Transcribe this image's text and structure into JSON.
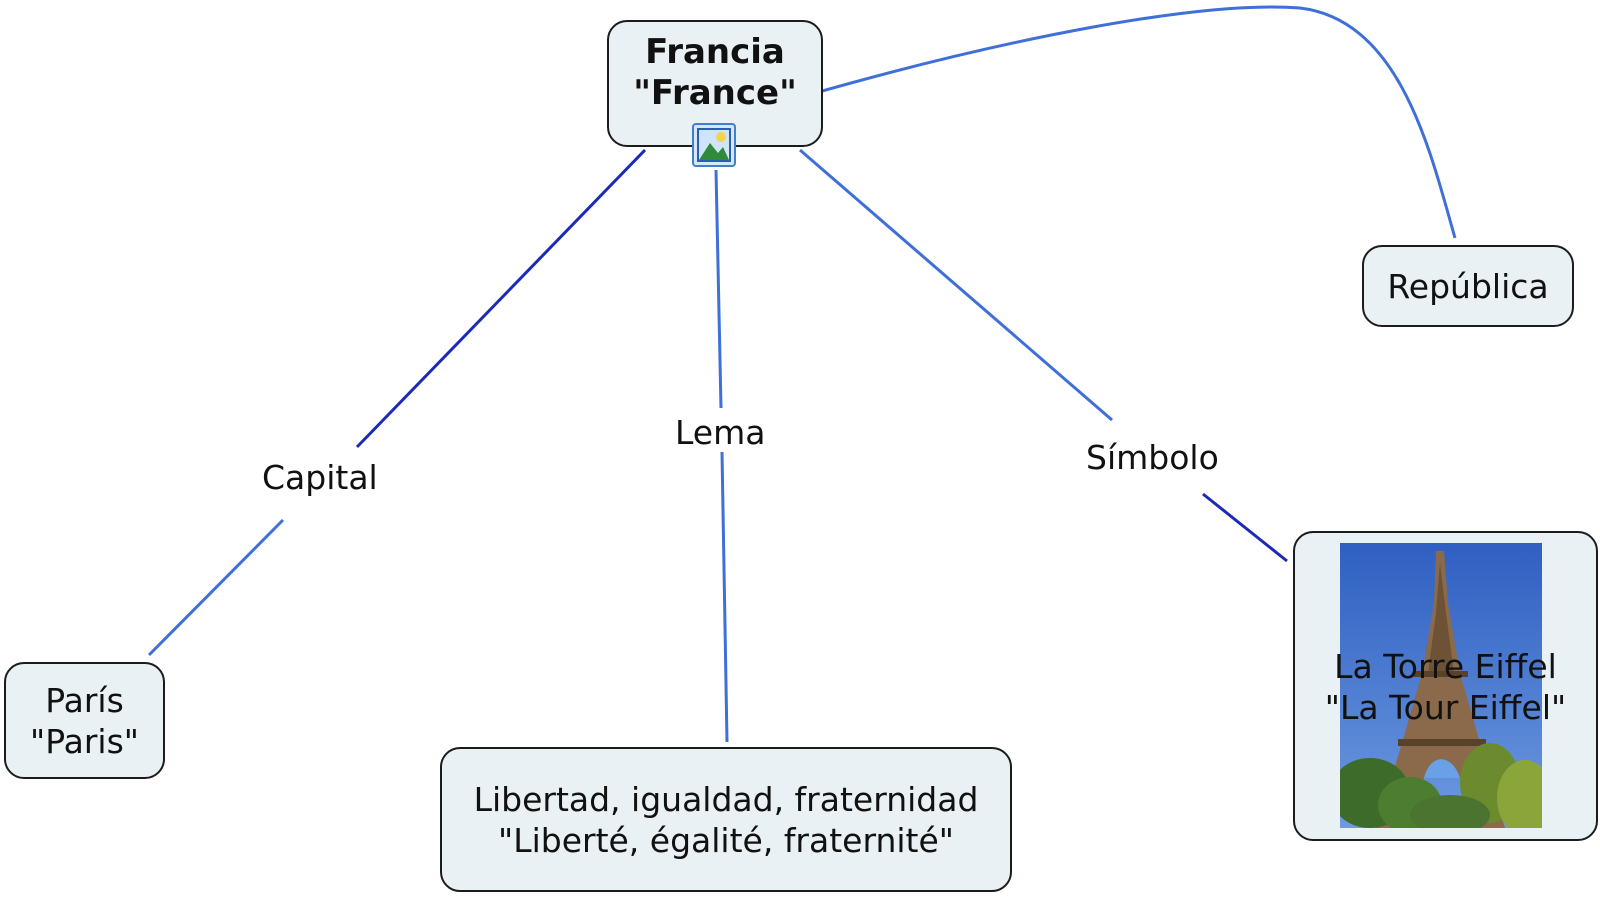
{
  "concept_map": {
    "root": {
      "line1": "Francia",
      "line2": "\"France\"",
      "icon": "image-icon"
    },
    "nodes": {
      "republica": {
        "label": "República"
      },
      "paris": {
        "line1": "París",
        "line2": "\"Paris\""
      },
      "lema": {
        "line1": "Libertad, igualdad, fraternidad",
        "line2": "\"Liberté, égalité, fraternité\""
      },
      "eiffel": {
        "line1": "La Torre Eiffel",
        "line2": "\"La Tour Eiffel\"",
        "image": "eiffel-tower-photo"
      }
    },
    "link_labels": {
      "capital": "Capital",
      "lema": "Lema",
      "simbolo": "Símbolo"
    }
  },
  "colors": {
    "node_fill": "#e9f1f4",
    "node_border": "#1c1c1c",
    "link_light": "#3f6fd8",
    "link_dark": "#1c2ab8",
    "sky": "#3a67c8"
  }
}
